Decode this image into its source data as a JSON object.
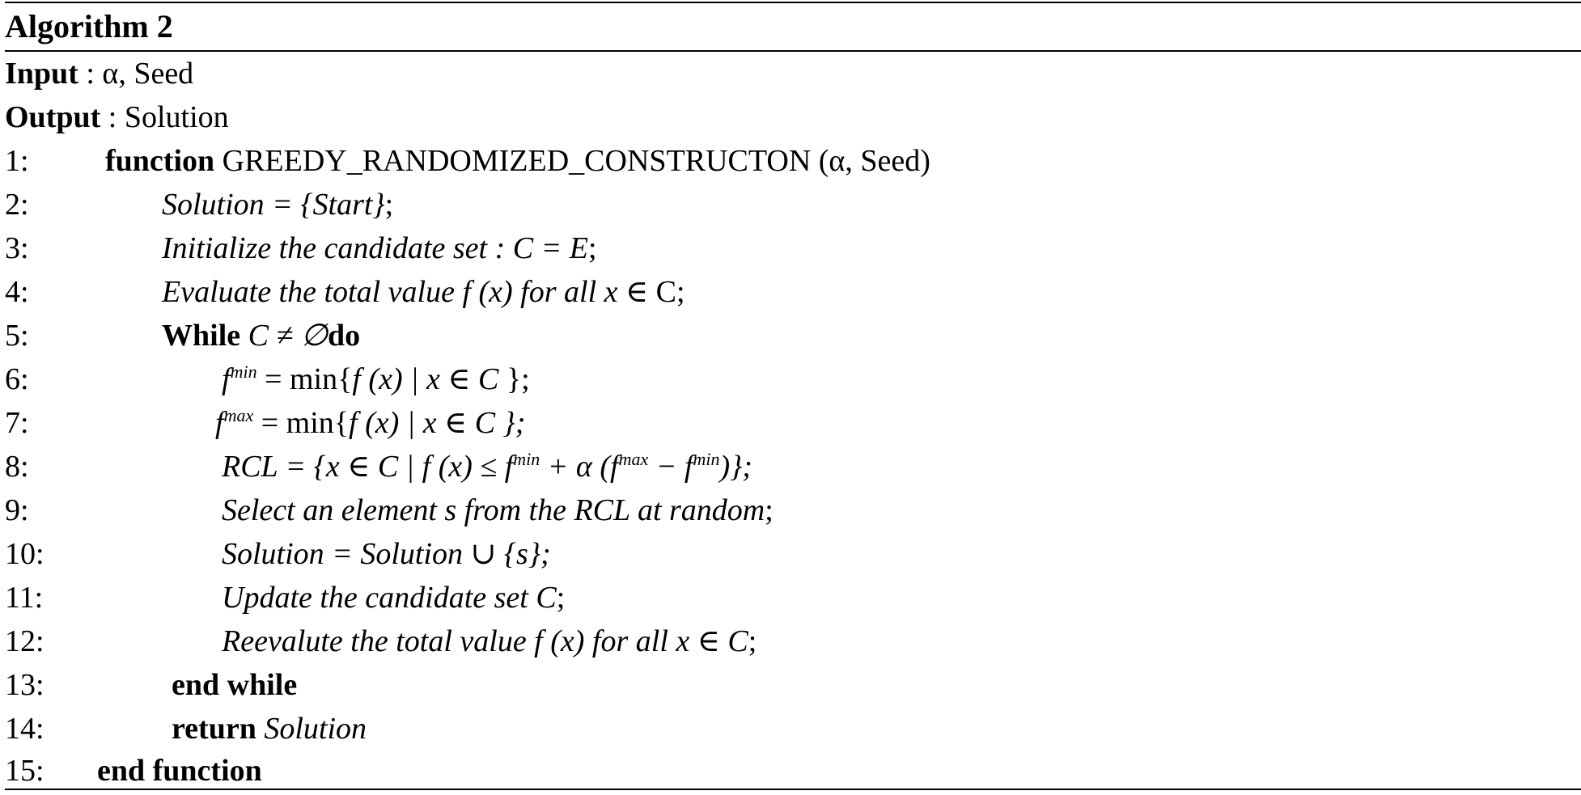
{
  "algorithm": {
    "title": "Algorithm 2",
    "input": {
      "label": "Input",
      "sep": " : ",
      "value": "α, Seed"
    },
    "output": {
      "label": "Output",
      "sep": " : ",
      "value": " Solution"
    },
    "lines": [
      {
        "num": "1:",
        "kw": "function",
        "text": " GREEDY_RANDOMIZED_CONSTRUCTON (α, Seed)"
      },
      {
        "num": "2:",
        "it": "Solution = {Start}",
        "tail": ";"
      },
      {
        "num": "3:",
        "it": "Initialize the candidate set  :  C = E",
        "tail": ";"
      },
      {
        "num": "4:",
        "it": "Evaluate the total value f (x)  for all x ∈ ",
        "tail": " C;"
      },
      {
        "num": "5:",
        "kw": "While",
        "it": " C ≠  ∅",
        "kw2": "do"
      },
      {
        "num": "6:",
        "f": "f",
        "sup": "min",
        "rest": " = min{",
        "it2": "f (x) | x  ∈  C",
        "tail": " };"
      },
      {
        "num": "7:",
        "f": "f",
        "sup": "max",
        "rest": " = min{",
        "it2": "f (x) | x  ∈  C",
        "tail": " };"
      },
      {
        "num": "8:",
        "a": "RCL = {x  ∈  C | f (x) ≤  f",
        "sup1": "min",
        "b": " +  α (f",
        "sup2": "max",
        "c": " − f",
        "sup3": "min",
        "d": ")};"
      },
      {
        "num": "9:",
        "it": "Select an element s from the RCL at random",
        "tail": ";"
      },
      {
        "num": "10:",
        "it": "Solution = Solution  ∪  {s};"
      },
      {
        "num": "11:",
        "it": "Update the candidate set C",
        "tail": ";"
      },
      {
        "num": "12:",
        "it": "Reevalute the total value f (x)  for all x  ∈  C",
        "tail": ";"
      },
      {
        "num": "13:",
        "kw": "end while"
      },
      {
        "num": "14:",
        "kw": "return",
        "it": " Solution"
      },
      {
        "num": "15:",
        "kw": "end function"
      }
    ]
  }
}
